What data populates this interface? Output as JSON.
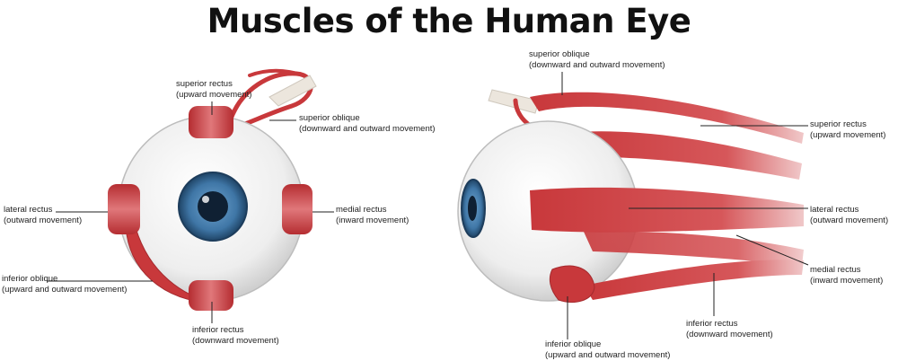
{
  "title": "Muscles of the Human Eye",
  "colors": {
    "muscle": "#c8383b",
    "muscle_light": "#e7898a",
    "iris": "#3f76a6",
    "pupil": "#0f2033",
    "sclera": "#f2f2f2",
    "tendon": "#e9e3da",
    "leader_line": "#222222"
  },
  "front_view": {
    "superior_rectus": {
      "name": "superior rectus",
      "movement": "(upward movement)"
    },
    "superior_oblique": {
      "name": "superior oblique",
      "movement": "(downward and outward movement)"
    },
    "lateral_rectus": {
      "name": "lateral rectus",
      "movement": "(outward movement)"
    },
    "medial_rectus": {
      "name": "medial rectus",
      "movement": "(inward movement)"
    },
    "inferior_oblique": {
      "name": "inferior oblique",
      "movement": "(upward and outward movement)"
    },
    "inferior_rectus": {
      "name": "inferior rectus",
      "movement": "(downward movement)"
    }
  },
  "side_view": {
    "superior_oblique": {
      "name": "superior oblique",
      "movement": "(downward and outward movement)"
    },
    "superior_rectus": {
      "name": "superior rectus",
      "movement": "(upward movement)"
    },
    "lateral_rectus": {
      "name": "lateral rectus",
      "movement": "(outward movement)"
    },
    "medial_rectus": {
      "name": "medial rectus",
      "movement": "(inward movement)"
    },
    "inferior_rectus": {
      "name": "inferior rectus",
      "movement": "(downward movement)"
    },
    "inferior_oblique": {
      "name": "inferior oblique",
      "movement": "(upward and outward movement)"
    }
  }
}
